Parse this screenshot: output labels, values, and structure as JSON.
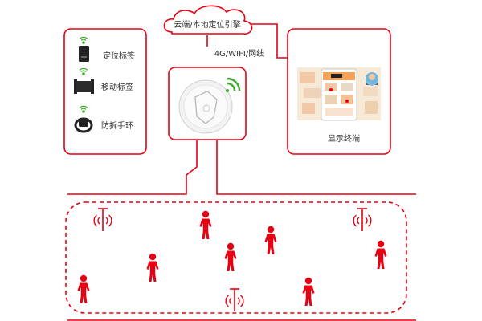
{
  "cloud": {
    "label": "云端/本地定位引擎"
  },
  "link": {
    "label": "4G/WIFI/网线"
  },
  "tags": {
    "items": [
      {
        "label": "定位标签",
        "icon": "positioning-tag-icon"
      },
      {
        "label": "移动标签",
        "icon": "mobile-tag-icon"
      },
      {
        "label": "防拆手环",
        "icon": "wristband-icon"
      }
    ]
  },
  "display": {
    "label": "显示终端"
  },
  "colors": {
    "accent": "#e60012",
    "signal": "#3dae2b",
    "text": "#333333",
    "dark": "#222222"
  }
}
